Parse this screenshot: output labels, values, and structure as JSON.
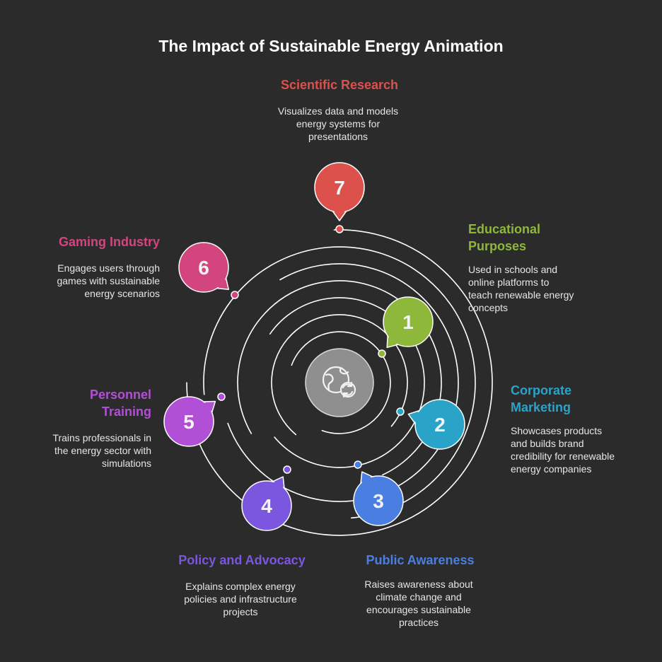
{
  "title": "The Impact of Sustainable Energy Animation",
  "center_icon": "globe-refresh-icon",
  "colors": {
    "background": "#2b2b2b",
    "ring": "#ffffff",
    "center": "#8f8f8f"
  },
  "items": [
    {
      "number": "1",
      "title": "Educational Purposes",
      "title_lines": [
        "Educational",
        "Purposes"
      ],
      "desc_lines": [
        "Used in schools and",
        "online platforms to",
        "teach renewable energy",
        "concepts"
      ],
      "color": "#8db83a"
    },
    {
      "number": "2",
      "title": "Corporate Marketing",
      "title_lines": [
        "Corporate",
        "Marketing"
      ],
      "desc_lines": [
        "Showcases products",
        "and builds brand",
        "credibility for renewable",
        "energy companies"
      ],
      "color": "#2aa3c9"
    },
    {
      "number": "3",
      "title": "Public Awareness",
      "title_lines": [
        "Public Awareness"
      ],
      "desc_lines": [
        "Raises awareness about",
        "climate change and",
        "encourages sustainable",
        "practices"
      ],
      "color": "#4a7ee0"
    },
    {
      "number": "4",
      "title": "Policy and Advocacy",
      "title_lines": [
        "Policy and Advocacy"
      ],
      "desc_lines": [
        "Explains complex energy",
        "policies and infrastructure",
        "projects"
      ],
      "color": "#7b56de"
    },
    {
      "number": "5",
      "title": "Personnel Training",
      "title_lines": [
        "Personnel",
        "Training"
      ],
      "desc_lines": [
        "Trains professionals in",
        "the energy sector with",
        "simulations"
      ],
      "color": "#b150d6"
    },
    {
      "number": "6",
      "title": "Gaming Industry",
      "title_lines": [
        "Gaming Industry"
      ],
      "desc_lines": [
        "Engages users through",
        "games with sustainable",
        "energy scenarios"
      ],
      "color": "#d2457f"
    },
    {
      "number": "7",
      "title": "Scientific Research",
      "title_lines": [
        "Scientific Research"
      ],
      "desc_lines": [
        "Visualizes data and models",
        "energy systems for",
        "presentations"
      ],
      "color": "#dd514c"
    }
  ]
}
